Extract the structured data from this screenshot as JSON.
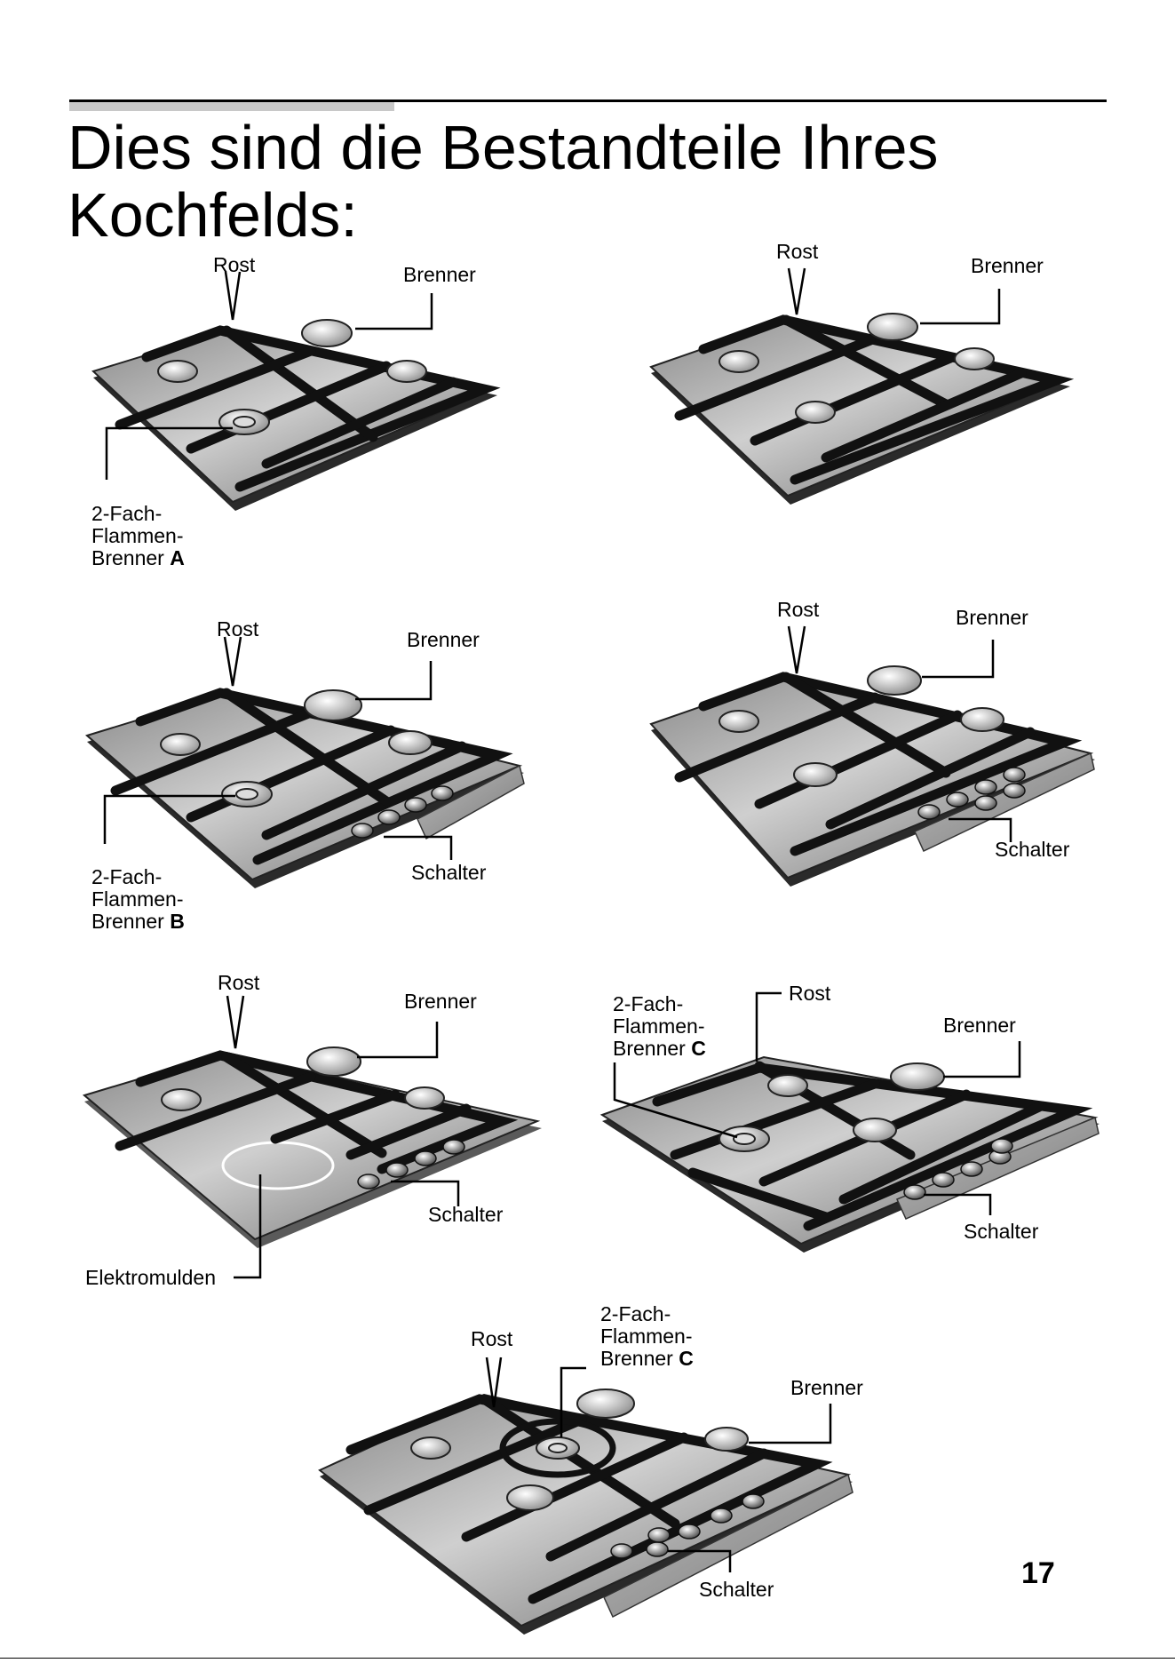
{
  "title": {
    "line1": "Dies sind die Bestandteile Ihres",
    "line2": "Kochfelds:"
  },
  "labels": {
    "rost": "Rost",
    "brenner": "Brenner",
    "schalter": "Schalter",
    "elektromulden": "Elektromulden",
    "two_flame_l1": "2-Fach-",
    "two_flame_l2": "Flammen-",
    "two_flame_l3": "Brenner",
    "letter_a": "A",
    "letter_b": "B",
    "letter_c": "C"
  },
  "page_number": "17",
  "colors": {
    "grate": "#1a1a1a",
    "plate_light": "#c6c6c6",
    "plate_dark": "#5e5e5e",
    "burner": "#dcdcdc"
  }
}
